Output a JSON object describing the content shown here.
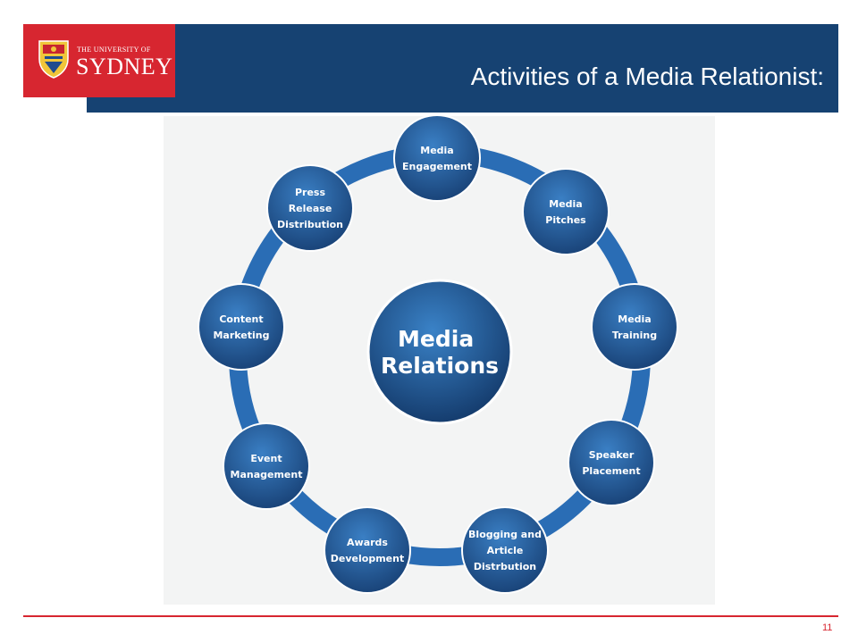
{
  "header": {
    "title": "Activities of a Media Relationist:",
    "brand_color": "#d72630",
    "bar_color": "#164272"
  },
  "logo": {
    "line1": "THE UNIVERSITY OF",
    "line2": "SYDNEY"
  },
  "diagram": {
    "center": [
      "Media",
      "Relations"
    ],
    "nodes": [
      {
        "lines": [
          "Media",
          "Engagement"
        ]
      },
      {
        "lines": [
          "Media",
          "Pitches"
        ]
      },
      {
        "lines": [
          "Media",
          "Training"
        ]
      },
      {
        "lines": [
          "Speaker",
          "Placement"
        ]
      },
      {
        "lines": [
          "Blogging and",
          "Article",
          "Distrbution"
        ]
      },
      {
        "lines": [
          "Awards",
          "Development"
        ]
      },
      {
        "lines": [
          "Event",
          "Management"
        ]
      },
      {
        "lines": [
          "Content",
          "Marketing"
        ]
      },
      {
        "lines": [
          "Press",
          "Release",
          "Distribution"
        ]
      }
    ],
    "node_color": "#1f5f9e",
    "ring_color": "#2a6db5"
  },
  "footer": {
    "page_number": "11"
  }
}
